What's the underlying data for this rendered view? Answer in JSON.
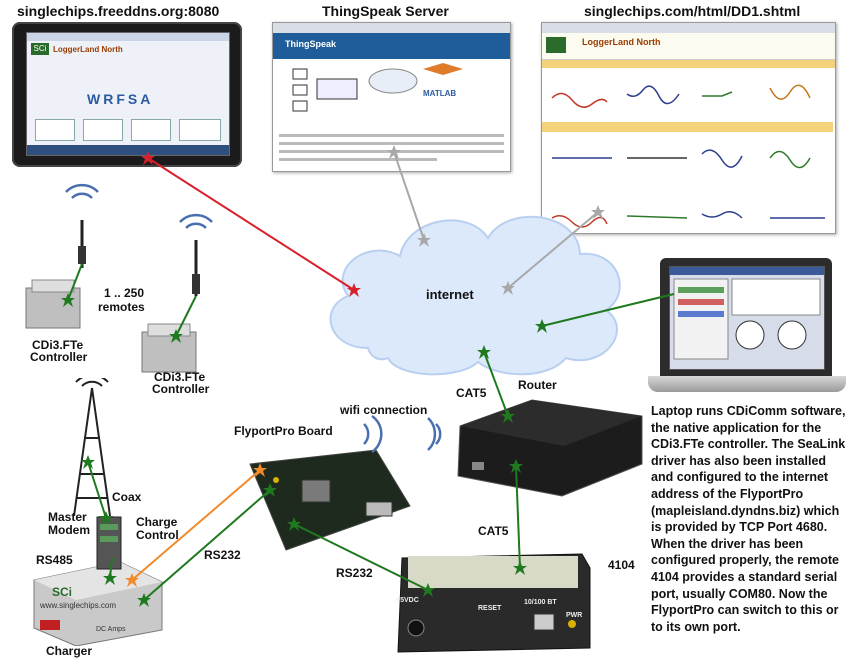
{
  "labels": {
    "top_left": "singlechips.freeddns.org:8080",
    "top_center": "ThingSpeak Server",
    "top_right": "singlechips.com/html/DD1.shtml",
    "internet": "internet",
    "remotes_line1": "1 .. 250",
    "remotes_line2": "remotes",
    "controller1_line1": "CDi3.FTe",
    "controller1_line2": "Controller",
    "controller2_line1": "CDi3.FTe",
    "controller2_line2": "Controller",
    "cat5_top": "CAT5",
    "router": "Router",
    "wifi": "wifi connection",
    "flyport": "FlyportPro Board",
    "coax": "Coax",
    "master_line1": "Master",
    "master_line2": "Modem",
    "charge_line1": "Charge",
    "charge_line2": "Control",
    "rs485": "RS485",
    "rs232_left": "RS232",
    "rs232_right": "RS232",
    "cat5_bottom": "CAT5",
    "model_4104": "4104",
    "charger": "Charger"
  },
  "description": "Laptop runs CDiComm software, the native application for the CDi3.FTe controller. The SeaLink driver has also been installed and configured to the internet address of the FlyportPro (mapleisland.dyndns.biz) which is provided by TCP Port 4680. When the driver has been configured properly, the remote 4104 provides a standard serial port, usually COM80. Now the FlyportPro can switch to this or to its own port.",
  "device_text": {
    "tablet_header": "LoggerLand North",
    "tablet_logo": "SCi",
    "tablet_wordmark": "WRFSA",
    "thingspeak_brand": "ThingSpeak",
    "thingspeak_matlab": "MATLAB",
    "dd_header": "LoggerLand North",
    "charger_logo": "SCi",
    "charger_site": "www.singlechips.com",
    "charger_dc": "DC Amps",
    "box_power": "+5VDC",
    "box_reset": "RESET",
    "box_port": "10/100 BT",
    "box_pwr": "PWR"
  },
  "colors": {
    "green_link": "#1f7a1f",
    "red_link": "#d8202a",
    "gray_link": "#a8a8a8",
    "orange_link": "#f08a2a",
    "cloud_fill": "#dbe9fb",
    "cloud_stroke": "#b9cff0"
  }
}
